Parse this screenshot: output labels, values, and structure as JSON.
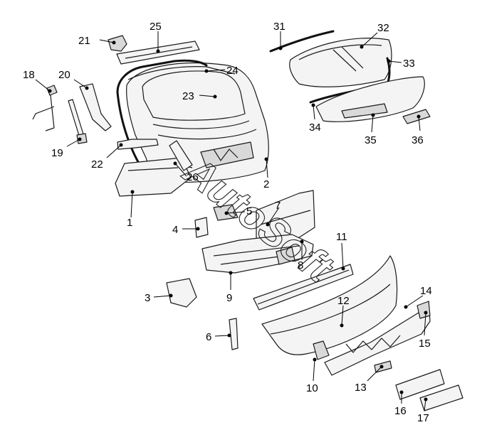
{
  "diagram": {
    "watermark_text": "AutoSoft",
    "callouts": [
      "1",
      "2",
      "3",
      "4",
      "5",
      "6",
      "7",
      "8",
      "9",
      "10",
      "11",
      "12",
      "13",
      "14",
      "15",
      "16",
      "17",
      "18",
      "19",
      "20",
      "21",
      "22",
      "23",
      "24",
      "25",
      "26",
      "31",
      "32",
      "33",
      "34",
      "35",
      "36"
    ]
  }
}
